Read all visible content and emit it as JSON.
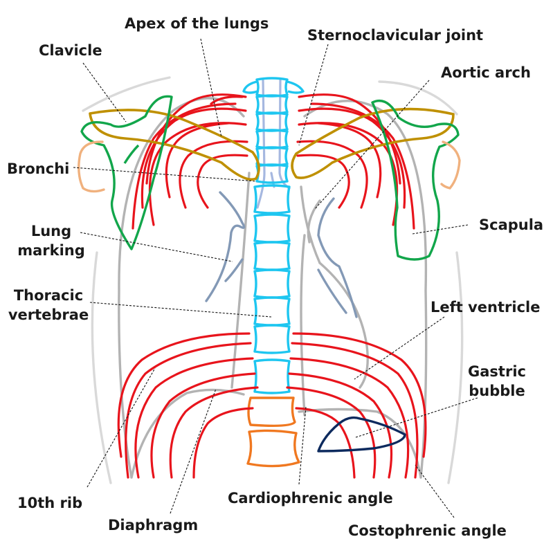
{
  "labels": {
    "apex": "Apex of the lungs",
    "sternoclavicular": "Sternoclavicular joint",
    "clavicle": "Clavicle",
    "aortic_arch": "Aortic arch",
    "bronchi": "Bronchi",
    "scapula": "Scapula",
    "lung_marking_1": "Lung",
    "lung_marking_2": "marking",
    "thoracic_1": "Thoracic",
    "thoracic_2": "vertebrae",
    "left_ventricle": "Left ventricle",
    "gastric_1": "Gastric",
    "gastric_2": "bubble",
    "tenth_rib": "10th rib",
    "diaphragm": "Diaphragm",
    "cardiophrenic": "Cardiophrenic angle",
    "costophrenic": "Costophrenic angle"
  },
  "colors": {
    "ribs": "#e8141c",
    "clavicle": "#bf9000",
    "scapula": "#12a64b",
    "thoracic_vertebrae": "#1ec6f0",
    "lumbar_vertebrae": "#f07820",
    "lung_outline": "#b3b3b3",
    "body_outline": "#d9d9d9",
    "lung_marking": "#8399b6",
    "trachea": "#a6b8e0",
    "gastric_bubble": "#0d2a5e",
    "humerus": "#f0b17e"
  }
}
